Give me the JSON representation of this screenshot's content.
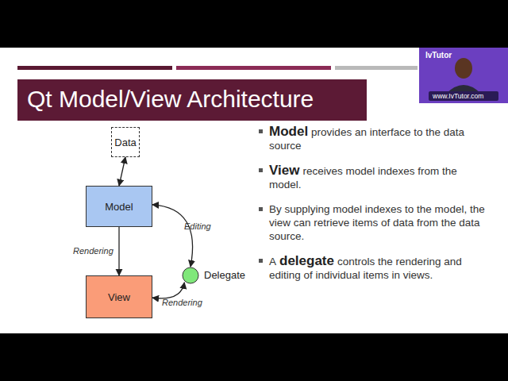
{
  "diagram": {
    "title": "Qt Model/View Architecture",
    "nodes": [
      {
        "text": [
          "Data"
        ]
      },
      {
        "text": [
          "Model"
        ]
      },
      {
        "text": [
          "View"
        ]
      },
      {
        "text": [
          "Delegate"
        ]
      }
    ],
    "edges": [
      {
        "from": 0,
        "to": 1,
        "arrow": "both"
      },
      {
        "from": 1,
        "to": 2,
        "label": "Rendering",
        "arrow": "to"
      },
      {
        "from": 3,
        "to": 1,
        "label": "Editing",
        "arrow": "both"
      },
      {
        "from": 3,
        "to": 2,
        "label": "Rendering",
        "arrow": "both"
      }
    ],
    "labels": [
      "Model",
      "provides an interface to the data source",
      "View",
      "receives model indexes from the model.",
      "By supplying model indexes to the model, the view can retrieve items of data from the data source.",
      "A",
      "delegate",
      "controls the rendering and editing of individual items in views.",
      "IvTutor",
      "www.IvTutor.com"
    ]
  }
}
